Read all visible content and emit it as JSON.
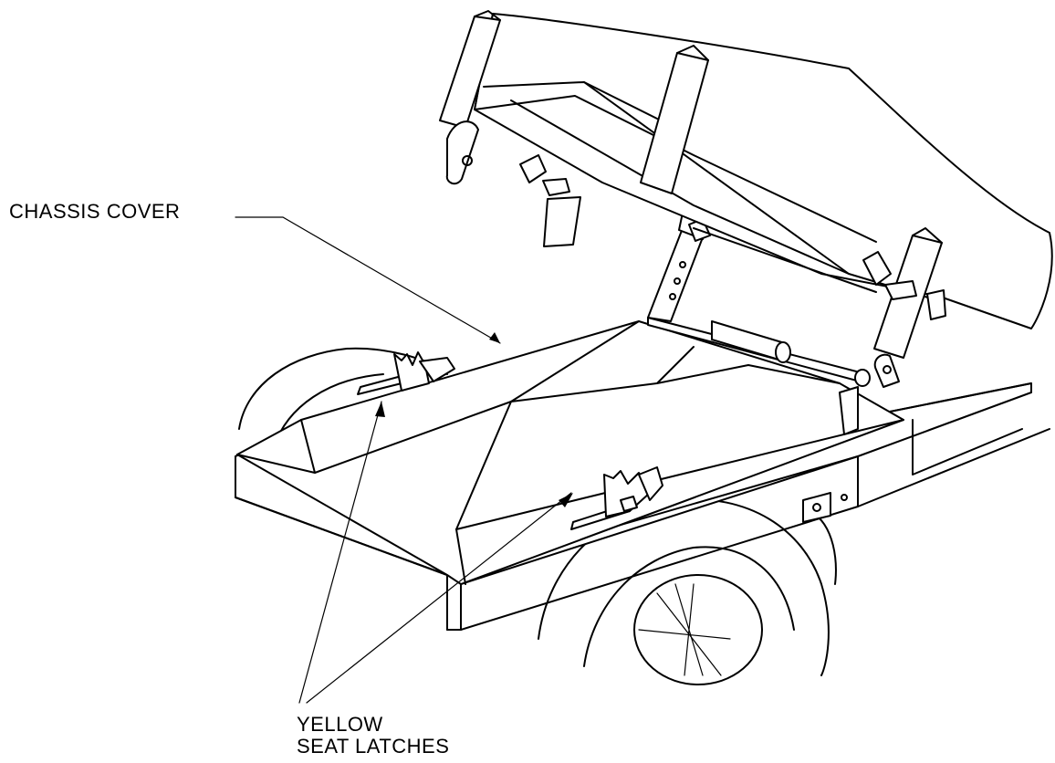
{
  "callouts": {
    "chassis_cover": "CHASSIS COVER",
    "yellow_seat_latches_line1": "YELLOW",
    "yellow_seat_latches_line2": "SEAT LATCHES"
  }
}
